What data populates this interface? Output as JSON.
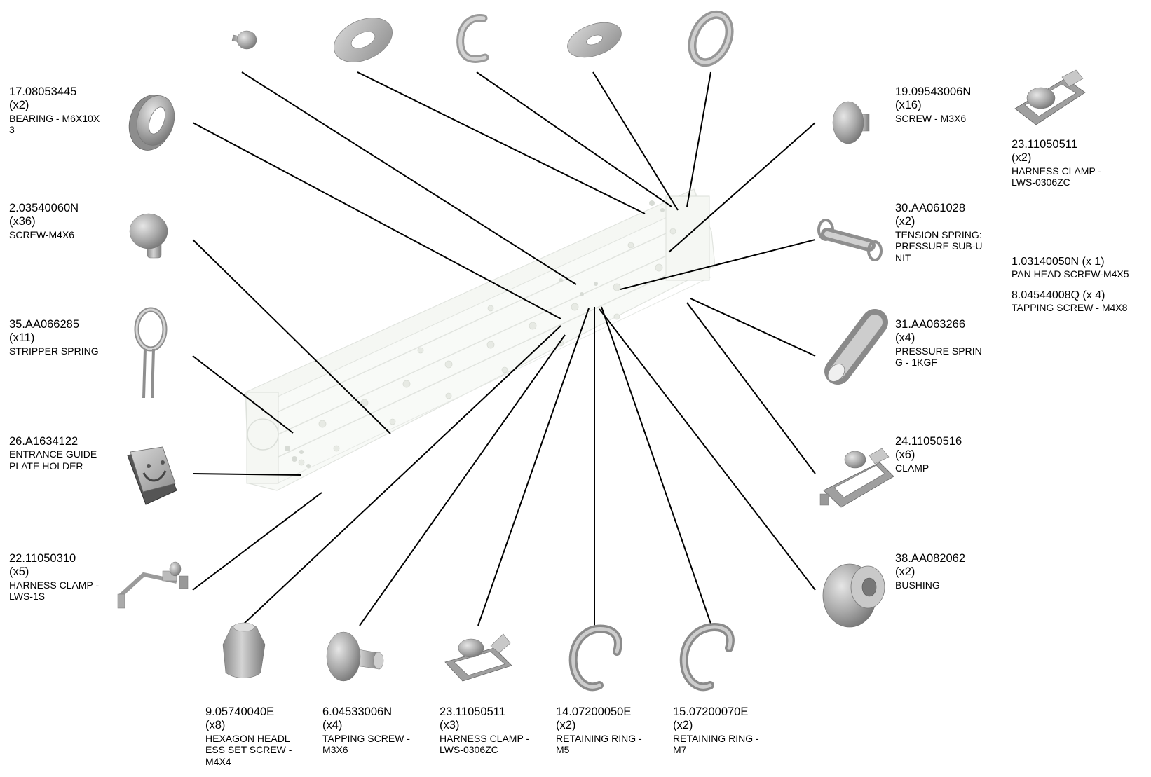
{
  "parts": [
    {
      "part_no": "17.08053445",
      "qty": "(x2)",
      "desc": "BEARING - M6X10X\n3"
    },
    {
      "part_no": "2.03540060N",
      "qty": "(x36)",
      "desc": "SCREW-M4X6"
    },
    {
      "part_no": "35.AA066285",
      "qty": "(x11)",
      "desc": "STRIPPER SPRING"
    },
    {
      "part_no": "26.A1634122",
      "desc": "ENTRANCE GUIDE\n PLATE HOLDER"
    },
    {
      "part_no": "22.11050310",
      "qty": "(x5)",
      "desc": "HARNESS CLAMP -\n LWS-1S"
    },
    {
      "part_no": "9.05740040E",
      "qty": "(x8)",
      "desc": "HEXAGON HEADL\nESS SET SCREW -\nM4X4"
    },
    {
      "part_no": "6.04533006N",
      "qty": "(x4)",
      "desc": "TAPPING SCREW -\n M3X6"
    },
    {
      "part_no": "23.11050511",
      "qty": "(x3)",
      "desc": "HARNESS CLAMP -\n LWS-0306ZC"
    },
    {
      "part_no": "14.07200050E",
      "qty": "(x2)",
      "desc": "RETAINING RING -\nM5"
    },
    {
      "part_no": "15.07200070E",
      "qty": "(x2)",
      "desc": "RETAINING RING -\nM7"
    },
    {
      "part_no": "19.09543006N",
      "qty": "(x16)",
      "desc": "SCREW - M3X6"
    },
    {
      "part_no": "23.11050511",
      "qty": "(x2)",
      "desc": "HARNESS CLAMP -\n LWS-0306ZC"
    },
    {
      "part_no": "30.AA061028",
      "qty": "(x2)",
      "desc": "TENSION SPRING:\nPRESSURE SUB-U\nNIT"
    },
    {
      "part_no": "31.AA063266",
      "qty": "(x4)",
      "desc": "PRESSURE SPRIN\nG - 1KGF"
    },
    {
      "part_no": "24.11050516",
      "qty": "(x6)",
      "desc": "CLAMP"
    },
    {
      "part_no": "38.AA082062",
      "qty": "(x2)",
      "desc": "BUSHING"
    }
  ],
  "extra_parts": [
    {
      "part_no": "1.03140050N (x 1)",
      "desc": "PAN HEAD SCREW-M4X5"
    },
    {
      "part_no": "8.04544008Q (x 4)",
      "desc": "TAPPING SCREW - M4X8"
    }
  ]
}
